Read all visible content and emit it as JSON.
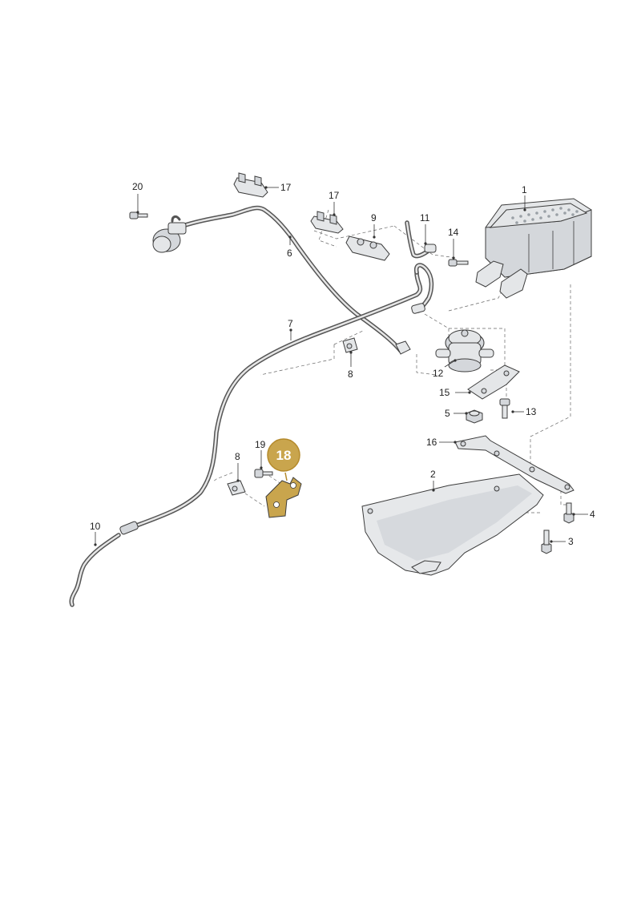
{
  "labels": {
    "p1": "1",
    "p2": "2",
    "p3": "3",
    "p4": "4",
    "p5": "5",
    "p6": "6",
    "p7": "7",
    "p8a": "8",
    "p8b": "8",
    "p9": "9",
    "p10": "10",
    "p11": "11",
    "p12": "12",
    "p13": "13",
    "p14": "14",
    "p15": "15",
    "p16": "16",
    "p17a": "17",
    "p17b": "17",
    "p19": "19",
    "p20": "20"
  },
  "highlight": {
    "label": "18",
    "color": "#c9a54d",
    "ring_color": "#b48a2c"
  }
}
